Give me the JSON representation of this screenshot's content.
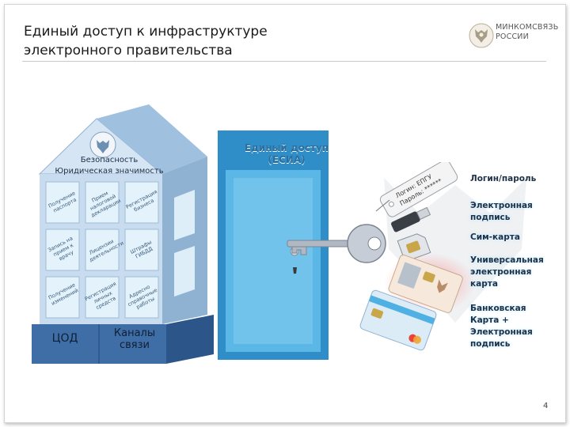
{
  "slide": {
    "title": "Единый доступ к инфраструктуре\nэлектронного правительства",
    "page_number": "4"
  },
  "logo": {
    "text": "МИНКОМСВЯЗЬ\nРОССИИ",
    "icon": "double-headed-eagle-icon"
  },
  "house": {
    "roof_label": "Безопасность\nЮридическая значимость",
    "cells": [
      "Получение\nпаспорта",
      "Прием\nналоговой\nдекларации",
      "Регистрация\nбизнеса",
      "Запись на\nприем к\nврачу",
      "Лицензии\nдеятельности",
      "Штрафы\nГИБДД",
      "Получение\nизменений",
      "Регистрация\nличных\nсредств",
      "Адресно\nсправочные\nработы"
    ],
    "base_left": "ЦОД",
    "base_right": "Каналы\nсвязи"
  },
  "door": {
    "heading": "Единый доступ\n(ЕСИА)"
  },
  "tag": {
    "line1": "Логин: ЕПГУ",
    "line2": "Пароль: ******"
  },
  "auth_methods": [
    {
      "label": "Логин/пароль",
      "icon": "key-tag-icon"
    },
    {
      "label": "Электронная\nподпись",
      "icon": "usb-token-icon"
    },
    {
      "label": "Сим-карта",
      "icon": "sim-card-icon"
    },
    {
      "label": "Универсальная\nэлектронная\nкарта",
      "icon": "uek-card-icon"
    },
    {
      "label": "Банковская\nКарта +\nЭлектронная\nподпись",
      "icon": "bank-card-icon"
    }
  ],
  "colors": {
    "house_face": "#c9dcef",
    "house_side": "#8fb2d3",
    "window": "#dff0fb",
    "base": "#3f6ea6",
    "door": "#4fb0e3",
    "key": "#b0b8c4"
  }
}
